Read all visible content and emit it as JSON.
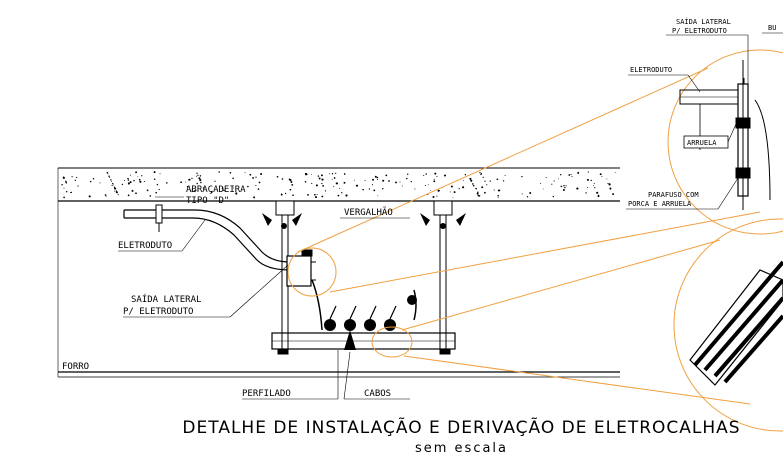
{
  "labels": {
    "abracadeira_1": "ABRAÇADEIRA",
    "abracadeira_2": "TIPO \"D\"",
    "vergalhao": "VERGALHÃO",
    "eletroduto_main": "ELETRODUTO",
    "saida_1": "SAÍDA LATERAL",
    "saida_2": "P/ ELETRODUTO",
    "forro": "FORRO",
    "perfilado": "PERFILADO",
    "cabos": "CABOS",
    "detail_saida_1": "SAÍDA LATERAL",
    "detail_saida_2": "P/ ELETRODUTO",
    "detail_bu": "BU",
    "detail_eletroduto": "ELETRODUTO",
    "detail_arruela": "ARRUELA",
    "detail_parafuso_1": "PARAFUSO COM",
    "detail_parafuso_2": "PORCA E ARRUELA"
  },
  "title": "DETALHE DE INSTALAÇÃO E DERIVAÇÃO DE ELETROCALHAS",
  "subtitle": "sem escala",
  "colors": {
    "line": "#000000",
    "leader": "#f0a040",
    "background": "#ffffff"
  }
}
